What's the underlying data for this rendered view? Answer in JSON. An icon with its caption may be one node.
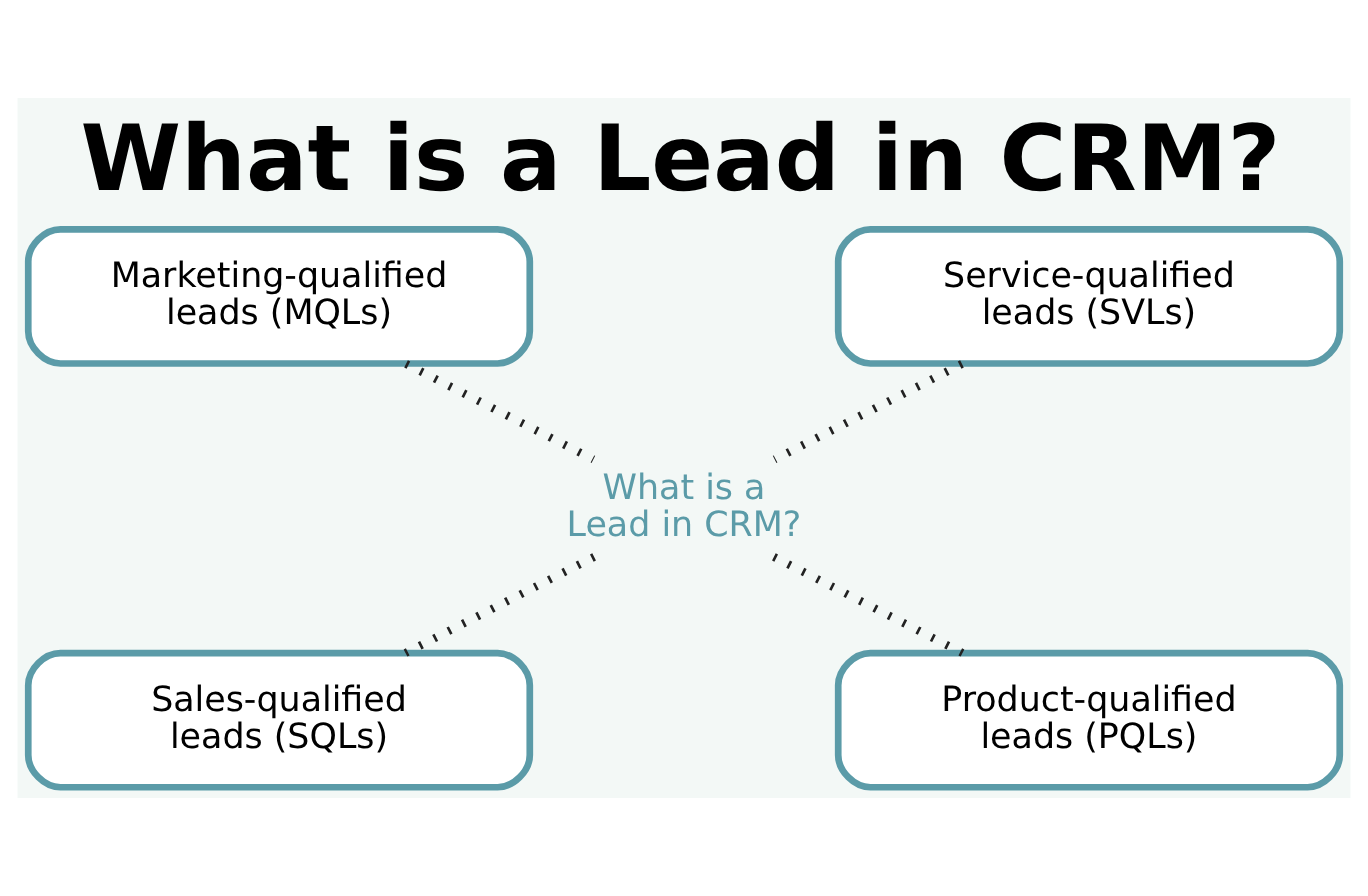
{
  "diagram": {
    "title": "What is a Lead in CRM?",
    "nodes": [
      {
        "text": [
          "Marketing-qualified leads (MQLs)"
        ]
      },
      {
        "text": [
          "Service-qualified leads (SVLs)"
        ]
      },
      {
        "text": [
          "What is a Lead in CRM?"
        ]
      },
      {
        "text": [
          "Sales-qualified leads (SQLs)"
        ]
      },
      {
        "text": [
          "Product-qualified leads (PQLs)"
        ]
      }
    ],
    "edges": [
      {
        "from": 0,
        "to": 2,
        "arrow": "none",
        "style": "dashed"
      },
      {
        "from": 1,
        "to": 2,
        "arrow": "none",
        "style": "dashed"
      },
      {
        "from": 2,
        "to": 3,
        "arrow": "none",
        "style": "dashed"
      },
      {
        "from": 2,
        "to": 4,
        "arrow": "none",
        "style": "dashed"
      }
    ]
  }
}
